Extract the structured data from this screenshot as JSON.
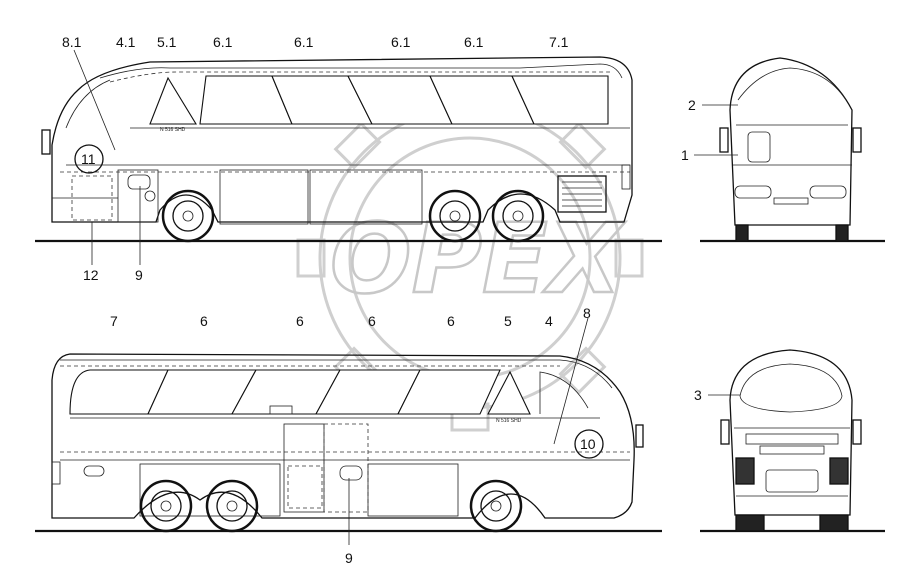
{
  "watermark": "OPEX",
  "model_badge": "N 516 SHD",
  "side_view_left": {
    "labels": [
      "8.1",
      "4.1",
      "5.1",
      "6.1",
      "6.1",
      "6.1",
      "6.1",
      "7.1",
      "11",
      "12",
      "9"
    ]
  },
  "side_view_right": {
    "labels": [
      "7",
      "6",
      "6",
      "6",
      "6",
      "5",
      "4",
      "8",
      "10",
      "9"
    ]
  },
  "front_view": {
    "labels": [
      "2",
      "1"
    ]
  },
  "rear_view": {
    "labels": [
      "3"
    ]
  }
}
